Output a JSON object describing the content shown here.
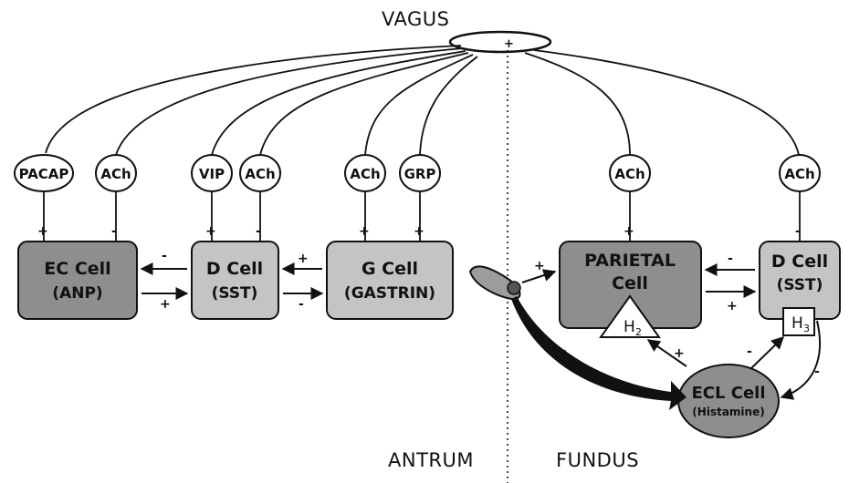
{
  "title": "VAGUS",
  "regions": {
    "left": "ANTRUM",
    "right": "FUNDUS"
  },
  "mediators": {
    "pacap": "PACAP",
    "ach1": "ACh",
    "vip": "VIP",
    "ach2": "ACh",
    "ach3": "ACh",
    "grp": "GRP",
    "ach4": "ACh",
    "ach5": "ACh"
  },
  "cells": {
    "ec": {
      "name": "EC Cell",
      "product": "(ANP)"
    },
    "d_antrum": {
      "name": "D Cell",
      "product": "(SST)"
    },
    "g": {
      "name": "G Cell",
      "product": "(GASTRIN)"
    },
    "parietal": {
      "name": "PARIETAL",
      "product": "Cell",
      "receptor_main": "H",
      "receptor_sub": "2"
    },
    "d_fundus": {
      "name": "D Cell",
      "product": "(SST)",
      "receptor_main": "H",
      "receptor_sub": "3"
    },
    "ecl": {
      "name": "ECL Cell",
      "product": "(Histamine)"
    }
  },
  "signs": {
    "pacap": "+",
    "ach1": "-",
    "vip": "+",
    "ach2": "-",
    "ach3": "+",
    "grp": "+",
    "ach4": "+",
    "ach5": "-",
    "d_to_ec": "-",
    "ec_to_d": "+",
    "g_to_d": "+",
    "d_to_g": "-",
    "gastrin_to_parietal": "+",
    "gastrin_to_ecl": "+",
    "d_to_parietal": "-",
    "parietal_to_d": "+",
    "ecl_to_parietal": "+",
    "ecl_to_d": "-",
    "d_to_ecl": "-"
  },
  "colors": {
    "cell_dark": "#8e8e8e",
    "cell_light": "#c4c4c4",
    "ink": "#111111"
  }
}
